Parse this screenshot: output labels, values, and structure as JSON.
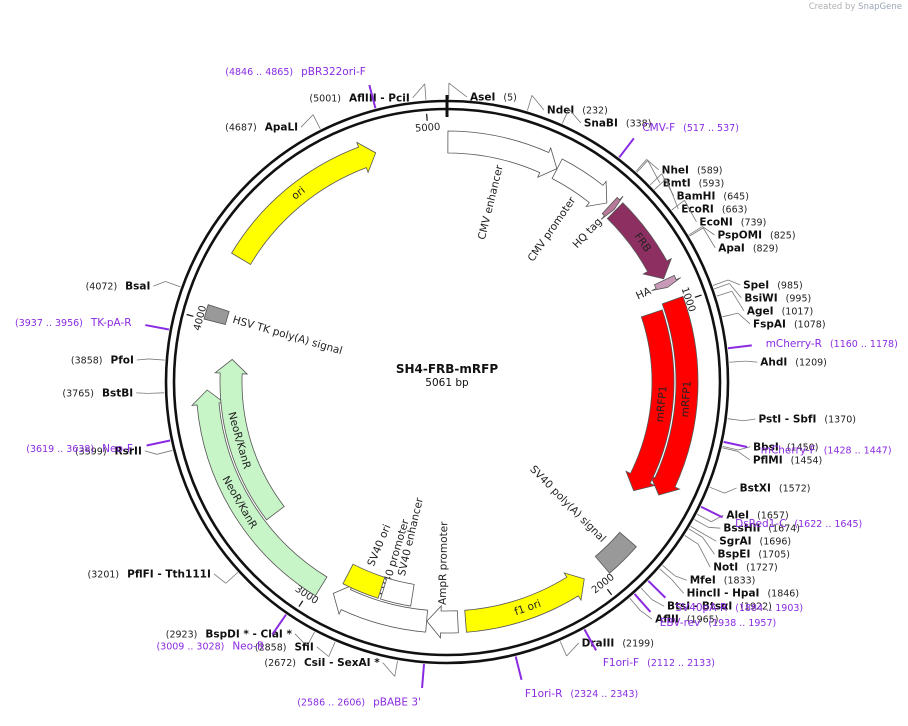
{
  "watermark": {
    "prefix": "Created by",
    "brand": "SnapGene"
  },
  "plasmid": {
    "name": "SH4-FRB-mRFP",
    "size_label": "5061 bp",
    "length": 5061
  },
  "ticks": [
    {
      "bp": 1000,
      "label": "1000"
    },
    {
      "bp": 2000,
      "label": "2000"
    },
    {
      "bp": 3000,
      "label": "3000"
    },
    {
      "bp": 4000,
      "label": "4000"
    },
    {
      "bp": 5000,
      "label": "5000"
    }
  ],
  "features": [
    {
      "name": "CMV enhancer",
      "start": 3,
      "end": 383,
      "dir": 1,
      "color": "#ffffff",
      "label_side": "in"
    },
    {
      "name": "CMV promoter",
      "start": 384,
      "end": 587,
      "dir": 1,
      "color": "#ffffff",
      "label_side": "in"
    },
    {
      "name": "HQ tag",
      "start": 600,
      "end": 620,
      "dir": 1,
      "color": "#b87a9a",
      "label_side": "in"
    },
    {
      "name": "FRB",
      "start": 625,
      "end": 907,
      "dir": 1,
      "color": "#8e2f62",
      "label_side": "on"
    },
    {
      "name": "HA",
      "start": 912,
      "end": 939,
      "dir": 1,
      "color": "#c89ab8",
      "label_side": "in"
    },
    {
      "name": "mRFP1",
      "start": 985,
      "end": 1660,
      "dir": 1,
      "color": "#ff0000",
      "label_side": "on"
    },
    {
      "name": "mRFP1",
      "start": 1005,
      "end": 1690,
      "dir": 1,
      "color": "#ff0000",
      "label_side": "on"
    },
    {
      "name": "SV40 poly(A) signal",
      "start": 1842,
      "end": 1963,
      "dir": 0,
      "color": "#999999",
      "label_side": "in"
    },
    {
      "name": "f1 ori",
      "start": 2040,
      "end": 2468,
      "dir": -1,
      "color": "#ffff00",
      "label_side": "on"
    },
    {
      "name": "AmpR promoter",
      "start": 2494,
      "end": 2598,
      "dir": 1,
      "color": "#ffffff",
      "label_side": "in"
    },
    {
      "name": "SV40 promoter",
      "start": 2599,
      "end": 2928,
      "dir": 1,
      "color": "#ffffff",
      "label_side": "in"
    },
    {
      "name": "SV40 ori",
      "start": 2779,
      "end": 2914,
      "dir": 0,
      "color": "#ffff00",
      "label_side": "in"
    },
    {
      "name": "SV40 enhancer",
      "start": 2660,
      "end": 2770,
      "dir": 0,
      "color": "#ffffff",
      "label_side": "in"
    },
    {
      "name": "NeoR/KanR",
      "start": 2975,
      "end": 3769,
      "dir": 1,
      "color": "#c8f5c8",
      "label_side": "on"
    },
    {
      "name": "NeoR/KanR",
      "start": 3270,
      "end": 3880,
      "dir": 1,
      "color": "#c8f5c8",
      "label_side": "on"
    },
    {
      "name": "HSV TK poly(A) signal",
      "start": 4000,
      "end": 4048,
      "dir": 0,
      "color": "#999999",
      "label_side": "in"
    },
    {
      "name": "ori",
      "start": 4230,
      "end": 4818,
      "dir": 1,
      "color": "#ffff00",
      "label_side": "on"
    }
  ],
  "sites": [
    {
      "name": "AflIII  -  PciI",
      "pos": "(5001)",
      "bp": 5001
    },
    {
      "name": "AseI",
      "pos": "(5)",
      "bp": 5
    },
    {
      "name": "NdeI",
      "pos": "(232)",
      "bp": 232
    },
    {
      "name": "SnaBI",
      "pos": "(338)",
      "bp": 338
    },
    {
      "name": "NheI",
      "pos": "(589)",
      "bp": 589
    },
    {
      "name": "BmtI",
      "pos": "(593)",
      "bp": 593
    },
    {
      "name": "BamHI",
      "pos": "(645)",
      "bp": 645
    },
    {
      "name": "EcoRI",
      "pos": "(663)",
      "bp": 663
    },
    {
      "name": "EcoNI",
      "pos": "(739)",
      "bp": 739
    },
    {
      "name": "PspOMI",
      "pos": "(825)",
      "bp": 825
    },
    {
      "name": "ApaI",
      "pos": "(829)",
      "bp": 829
    },
    {
      "name": "SpeI",
      "pos": "(985)",
      "bp": 985
    },
    {
      "name": "BsiWI",
      "pos": "(995)",
      "bp": 995
    },
    {
      "name": "AgeI",
      "pos": "(1017)",
      "bp": 1017
    },
    {
      "name": "FspAI",
      "pos": "(1078)",
      "bp": 1078
    },
    {
      "name": "AhdI",
      "pos": "(1209)",
      "bp": 1209
    },
    {
      "name": "PstI  -  SbfI",
      "pos": "(1370)",
      "bp": 1370
    },
    {
      "name": "BbsI",
      "pos": "(1450)",
      "bp": 1450
    },
    {
      "name": "PflMI",
      "pos": "(1454)",
      "bp": 1454
    },
    {
      "name": "BstXI",
      "pos": "(1572)",
      "bp": 1572
    },
    {
      "name": "AleI",
      "pos": "(1657)",
      "bp": 1657
    },
    {
      "name": "BssHII",
      "pos": "(1674)",
      "bp": 1674
    },
    {
      "name": "SgrAI",
      "pos": "(1696)",
      "bp": 1696
    },
    {
      "name": "BspEI",
      "pos": "(1705)",
      "bp": 1705
    },
    {
      "name": "NotI",
      "pos": "(1727)",
      "bp": 1727
    },
    {
      "name": "MfeI",
      "pos": "(1833)",
      "bp": 1833
    },
    {
      "name": "HincII  -  HpaI",
      "pos": "(1846)",
      "bp": 1846
    },
    {
      "name": "BtsI  -  BtsαI",
      "pos": "(1922)",
      "bp": 1922
    },
    {
      "name": "AflII",
      "pos": "(1965)",
      "bp": 1965
    },
    {
      "name": "DraIII",
      "pos": "(2199)",
      "bp": 2199
    },
    {
      "name": "CsiI  -  SexAI *",
      "pos": "(2672)",
      "bp": 2672
    },
    {
      "name": "SfiI",
      "pos": "(2858)",
      "bp": 2858
    },
    {
      "name": "BspDI *  -  ClaI *",
      "pos": "(2923)",
      "bp": 2923
    },
    {
      "name": "PflFI  -  Tth111I",
      "pos": "(3201)",
      "bp": 3201
    },
    {
      "name": "RsrII",
      "pos": "(3599)",
      "bp": 3599
    },
    {
      "name": "BstBI",
      "pos": "(3765)",
      "bp": 3765
    },
    {
      "name": "PfoI",
      "pos": "(3858)",
      "bp": 3858
    },
    {
      "name": "BsaI",
      "pos": "(4072)",
      "bp": 4072
    },
    {
      "name": "ApaLI",
      "pos": "(4687)",
      "bp": 4687
    }
  ],
  "primers": [
    {
      "name": "CMV-F",
      "pos": "(517 .. 537)",
      "bp": 527
    },
    {
      "name": "mCherry-R",
      "pos": "(1160 .. 1178)",
      "bp": 1169
    },
    {
      "name": "mCherry-F",
      "pos": "(1428 .. 1447)",
      "bp": 1437
    },
    {
      "name": "DsRed1-C",
      "pos": "(1622 .. 1645)",
      "bp": 1633
    },
    {
      "name": "SV40pA-R",
      "pos": "(1884 .. 1903)",
      "bp": 1893
    },
    {
      "name": "EBV-rev",
      "pos": "(1938 .. 1957)",
      "bp": 1947
    },
    {
      "name": "F1ori-F",
      "pos": "(2112 .. 2133)",
      "bp": 2122
    },
    {
      "name": "F1ori-R",
      "pos": "(2324 .. 2343)",
      "bp": 2333
    },
    {
      "name": "pBABE 3'",
      "pos": "(2586 .. 2606)",
      "bp": 2596
    },
    {
      "name": "Neo-R",
      "pos": "(3009 .. 3028)",
      "bp": 3018
    },
    {
      "name": "Neo-F",
      "pos": "(3619 .. 3638)",
      "bp": 3628
    },
    {
      "name": "TK-pA-R",
      "pos": "(3937 .. 3956)",
      "bp": 3946
    },
    {
      "name": "pBR322ori-F",
      "pos": "(4846 .. 4865)",
      "bp": 4855
    }
  ]
}
